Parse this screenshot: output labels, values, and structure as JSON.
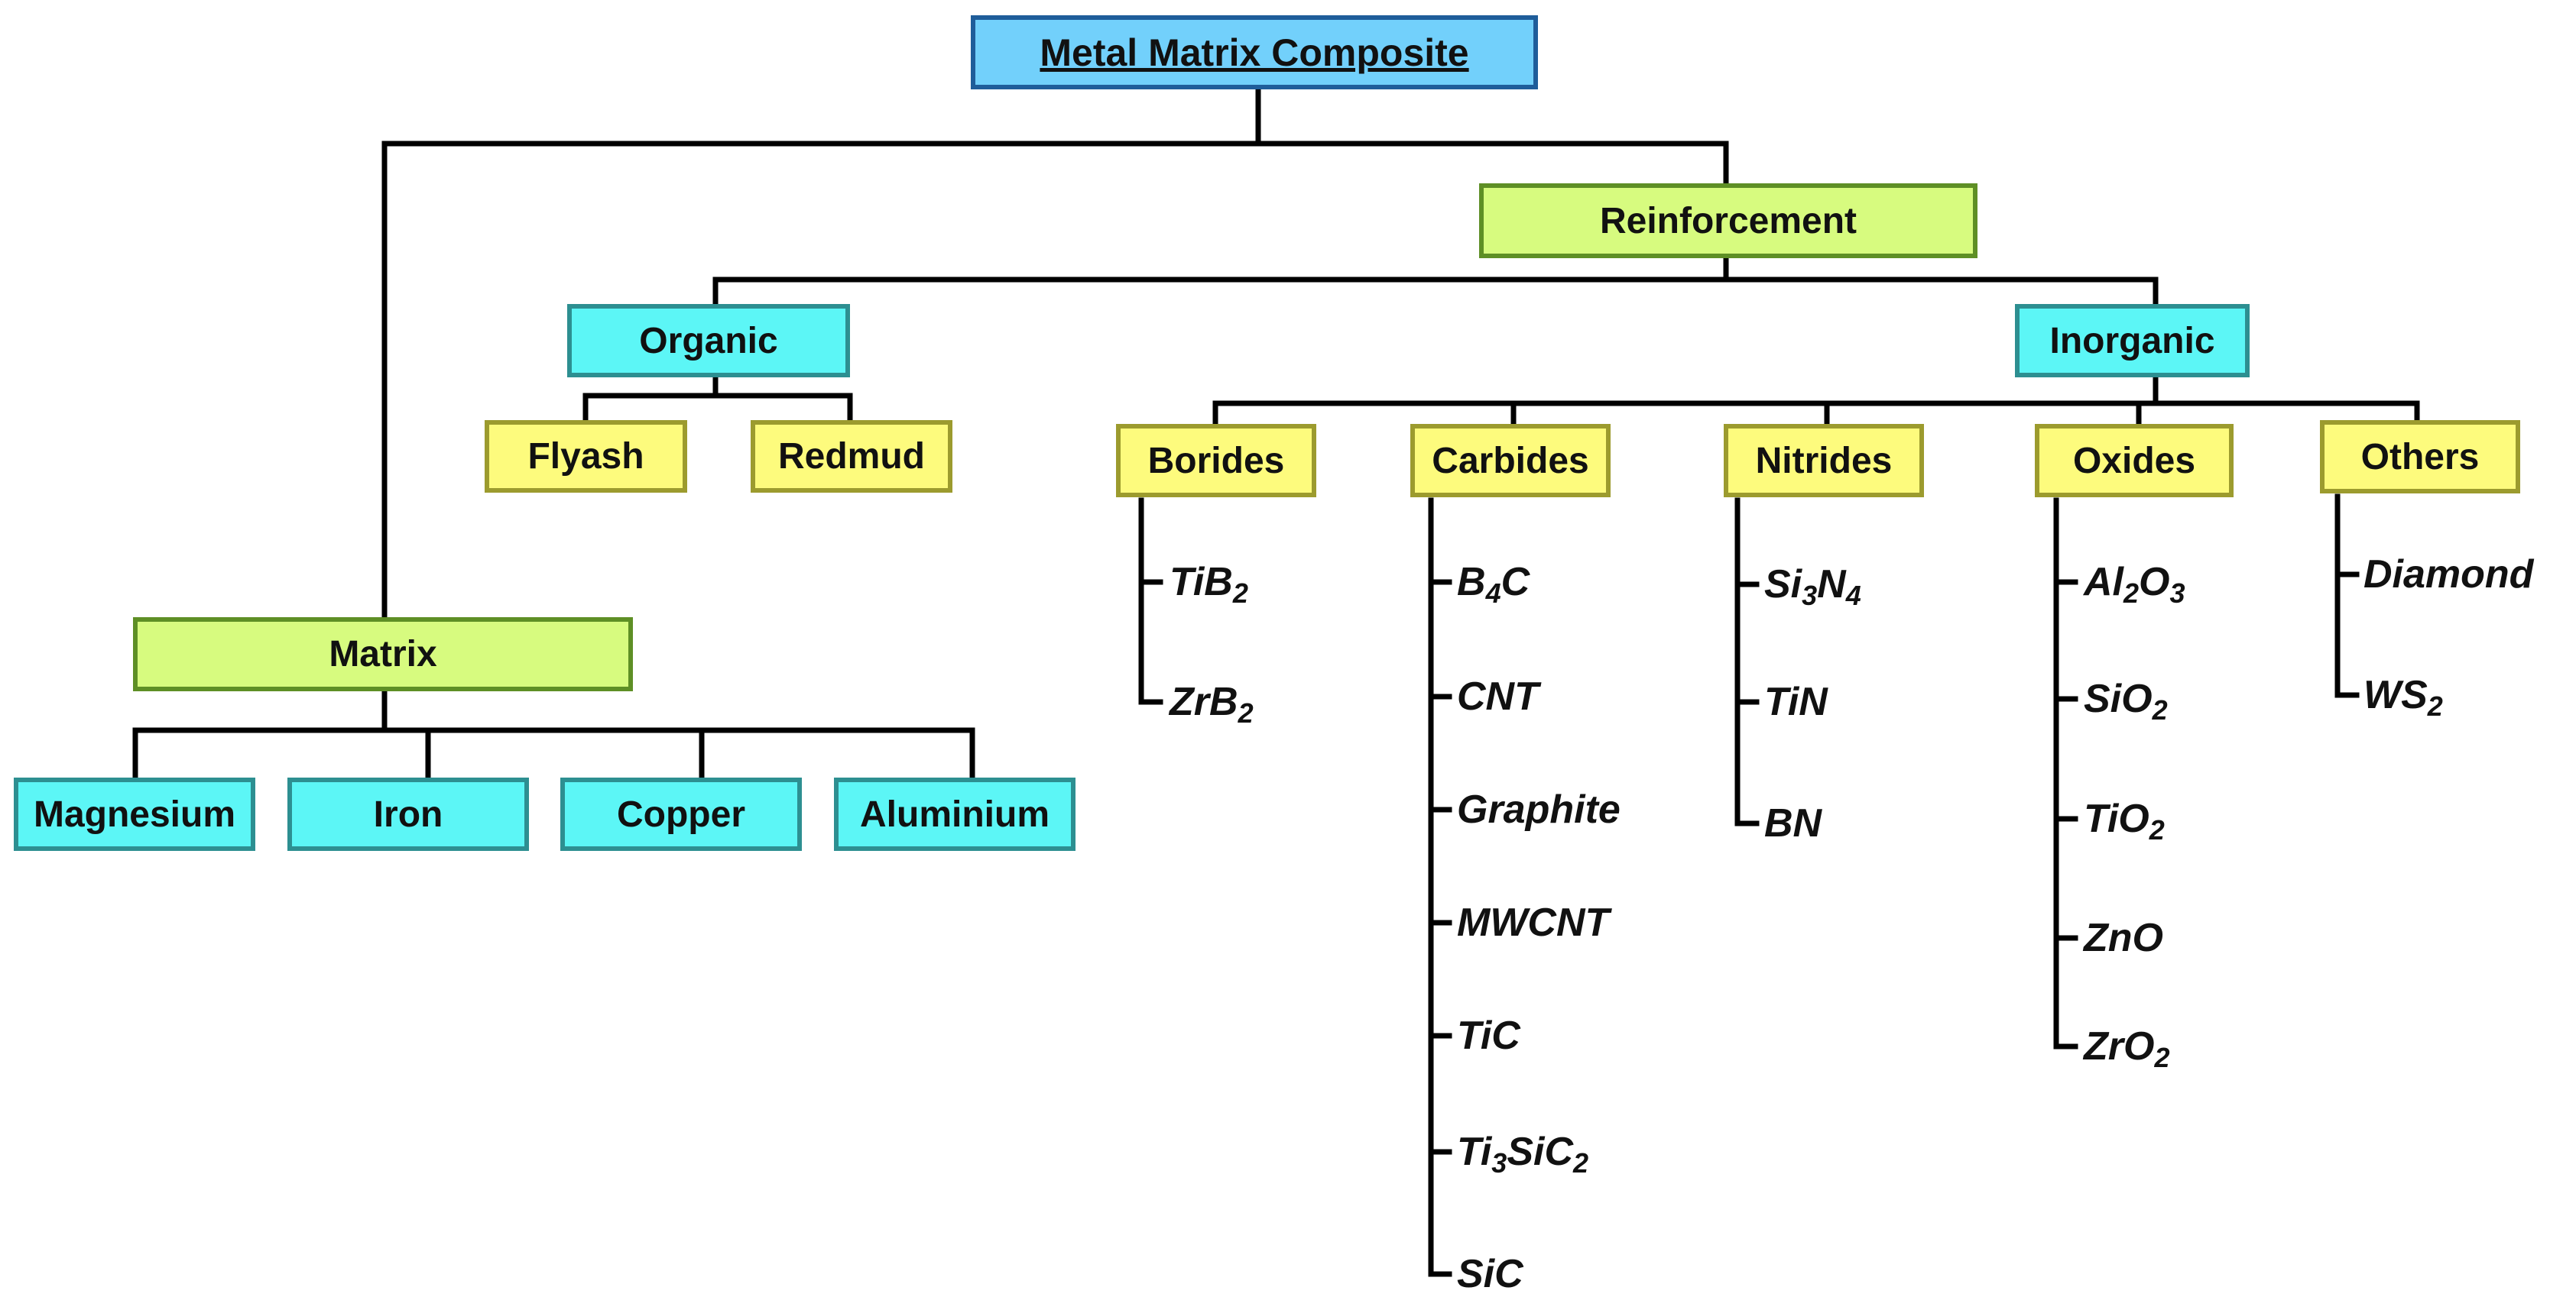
{
  "root": {
    "label": "Metal Matrix Composite"
  },
  "reinforcement": {
    "label": "Reinforcement",
    "organic": {
      "label": "Organic",
      "children": [
        "Flyash",
        "Redmud"
      ]
    },
    "inorganic": {
      "label": "Inorganic",
      "categories": [
        {
          "label": "Borides",
          "items": [
            [
              {
                "t": "TiB"
              },
              {
                "s": "2"
              }
            ],
            [
              {
                "t": "ZrB"
              },
              {
                "s": "2"
              }
            ]
          ]
        },
        {
          "label": "Carbides",
          "items": [
            [
              {
                "t": "B"
              },
              {
                "s": "4"
              },
              {
                "t": "C"
              }
            ],
            [
              {
                "t": "CNT"
              }
            ],
            [
              {
                "t": "Graphite"
              }
            ],
            [
              {
                "t": "MWCNT"
              }
            ],
            [
              {
                "t": "TiC"
              }
            ],
            [
              {
                "t": "Ti"
              },
              {
                "s": "3"
              },
              {
                "t": "SiC"
              },
              {
                "s": "2"
              }
            ],
            [
              {
                "t": "SiC"
              }
            ]
          ]
        },
        {
          "label": "Nitrides",
          "items": [
            [
              {
                "t": "Si"
              },
              {
                "s": "3"
              },
              {
                "t": "N"
              },
              {
                "s": "4"
              }
            ],
            [
              {
                "t": "TiN"
              }
            ],
            [
              {
                "t": "BN"
              }
            ]
          ]
        },
        {
          "label": "Oxides",
          "items": [
            [
              {
                "t": "Al"
              },
              {
                "s": "2"
              },
              {
                "t": "O"
              },
              {
                "s": "3"
              }
            ],
            [
              {
                "t": "SiO"
              },
              {
                "s": "2"
              }
            ],
            [
              {
                "t": "TiO"
              },
              {
                "s": "2"
              }
            ],
            [
              {
                "t": "ZnO"
              }
            ],
            [
              {
                "t": "ZrO"
              },
              {
                "s": "2"
              }
            ]
          ]
        },
        {
          "label": "Others",
          "items": [
            [
              {
                "t": "Diamond"
              }
            ],
            [
              {
                "t": "WS"
              },
              {
                "s": "2"
              }
            ]
          ]
        }
      ]
    }
  },
  "matrix": {
    "label": "Matrix",
    "children": [
      "Magnesium",
      "Iron",
      "Copper",
      "Aluminium"
    ]
  }
}
